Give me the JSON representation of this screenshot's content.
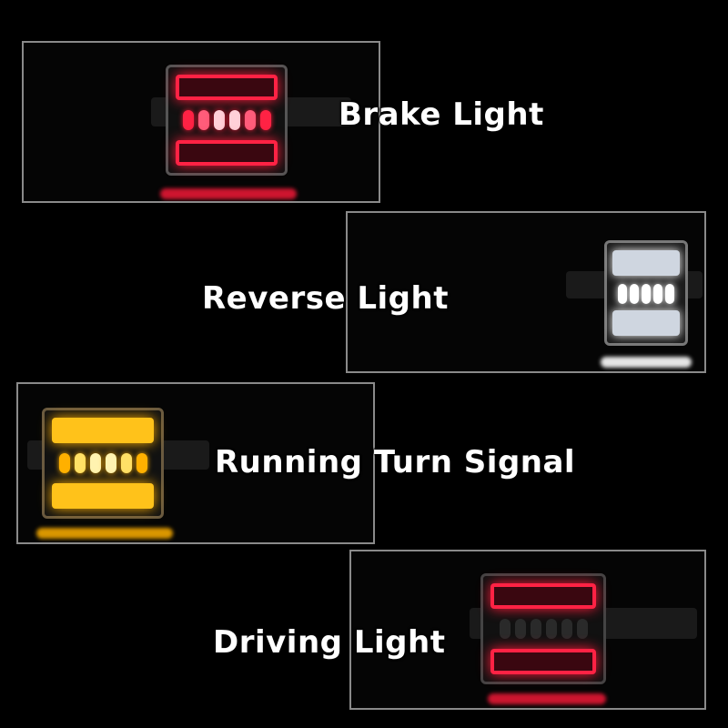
{
  "panels": [
    {
      "label": "Brake Light",
      "glow": "#ff1a3a",
      "core": "#ff5c7a"
    },
    {
      "label": "Reverse Light",
      "glow": "#ffffff",
      "core": "#e8f0ff"
    },
    {
      "label": "Running Turn Signal",
      "glow": "#ffb000",
      "core": "#ffe066"
    },
    {
      "label": "Driving Light",
      "glow": "#ff1a3a",
      "core": "#ff6080"
    }
  ]
}
